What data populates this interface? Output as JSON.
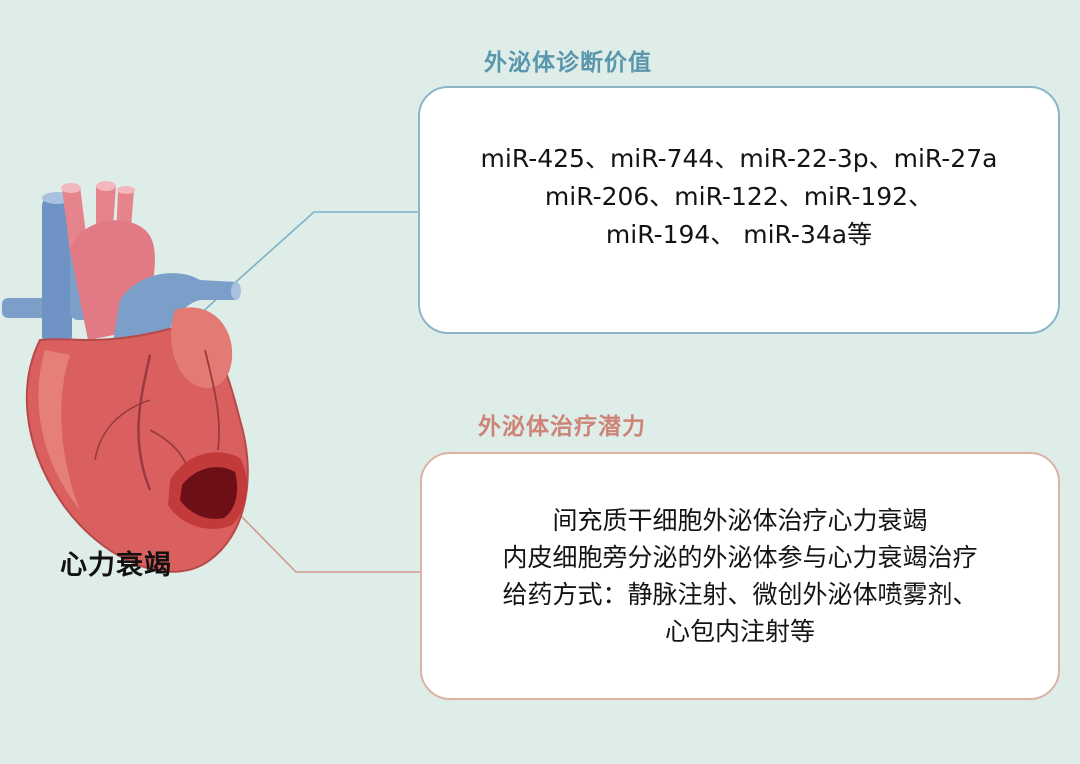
{
  "diagnostic": {
    "title": "外泌体诊断价值",
    "lines": [
      "miR-425、miR-744、miR-22-3p、miR-27a",
      "miR-206、miR-122、miR-192、",
      "miR-194、 miR-34a等"
    ]
  },
  "therapeutic": {
    "title": "外泌体治疗潜力",
    "lines": [
      "间充质干细胞外泌体治疗心力衰竭",
      "内皮细胞旁分泌的外泌体参与心力衰竭治疗",
      "给药方式：静脉注射、微创外泌体喷雾剂、",
      "心包内注射等"
    ]
  },
  "heart": {
    "label": "心力衰竭",
    "icon": "heart-illustration-icon"
  },
  "colors": {
    "background": "#dfede9",
    "diagnostic_accent": "#5a97ad",
    "therapeutic_accent": "#cd8476"
  }
}
